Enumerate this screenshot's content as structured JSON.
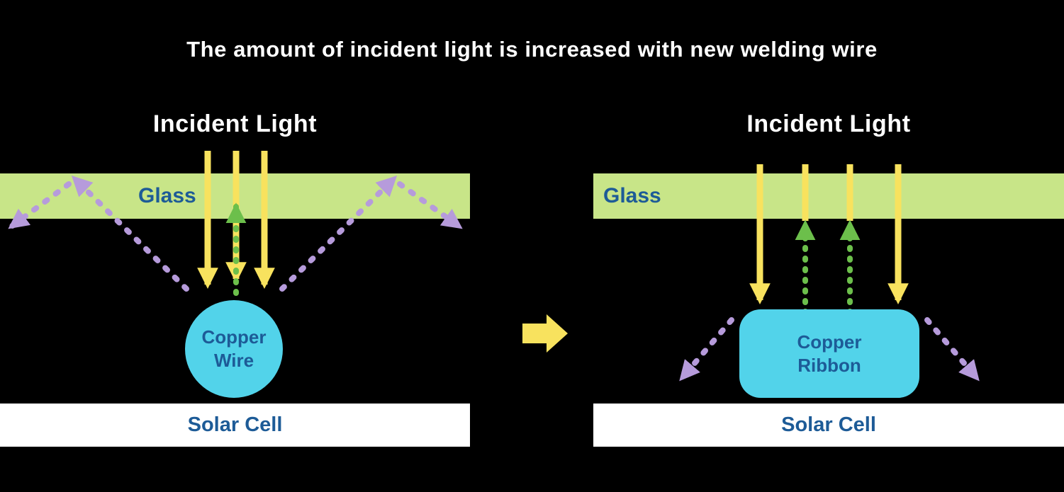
{
  "title": "The amount of incident light is increased with new welding wire",
  "panels": {
    "left": {
      "heading": "Incident Light",
      "glass_label": "Glass",
      "conductor": {
        "line1": "Copper",
        "line2": "Wire"
      },
      "solar_cell_label": "Solar Cell"
    },
    "right": {
      "heading": "Incident Light",
      "glass_label": "Glass",
      "conductor": {
        "line1": "Copper",
        "line2": "Ribbon"
      },
      "solar_cell_label": "Solar Cell"
    }
  },
  "icons": {
    "incident_light_arrow": "yellow-down-arrow",
    "reflected_light_arrow": "green-dashed-up-arrow",
    "lost_light_arrow": "purple-dashed-arrow",
    "transition_arrow": "yellow-right-arrow"
  },
  "colors": {
    "background": "#000000",
    "title_text": "#ffffff",
    "glass": "#c8e588",
    "label_blue": "#1d5b97",
    "incident_yellow": "#f8e25e",
    "reflected_green": "#6cbf4b",
    "lost_purple": "#b69bdb",
    "conductor_cyan": "#52d3ea",
    "solar_cell": "#ffffff"
  }
}
